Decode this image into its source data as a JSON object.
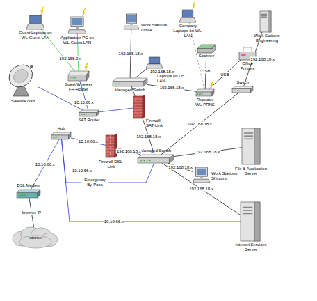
{
  "diagram": {
    "nodes": [
      {
        "text": [
          "Guest Laptops on WL-Guest LAN"
        ]
      },
      {
        "text": [
          "Application PC on WL-Guest LAN"
        ]
      },
      {
        "text": [
          "Work Stations Office"
        ]
      },
      {
        "text": [
          "Company Laptops on WL-LAN"
        ]
      },
      {
        "text": [
          "Work Stations Engineering"
        ]
      },
      {
        "text": [
          "Company Laptops on Lcl LAN"
        ]
      },
      {
        "text": [
          "Scanner"
        ]
      },
      {
        "text": [
          "Office Printers"
        ]
      },
      {
        "text": [
          "Satellite dish"
        ]
      },
      {
        "text": [
          "Guest Wireless FH-Router"
        ]
      },
      {
        "text": [
          "Managed Switch"
        ]
      },
      {
        "text": [
          "Repeater WL-PRNS"
        ]
      },
      {
        "text": [
          "Switch"
        ]
      },
      {
        "text": [
          "SAT Router"
        ]
      },
      {
        "text": [
          "Firewall SAT-Link"
        ]
      },
      {
        "text": [
          "Hub"
        ]
      },
      {
        "text": [
          "Firewall DSL-Link"
        ]
      },
      {
        "text": [
          "Managed Switch"
        ]
      },
      {
        "text": [
          "File & Application Server"
        ]
      },
      {
        "text": [
          "DSL Modem"
        ]
      },
      {
        "text": [
          "Work Stations Shipping"
        ]
      },
      {
        "text": [
          "Internet"
        ]
      },
      {
        "text": [
          "Internet Services Server"
        ]
      }
    ],
    "edges": [
      {
        "from": 0,
        "to": 9,
        "label": "192.168.0.x",
        "arrow": "none"
      },
      {
        "from": 1,
        "to": 9,
        "arrow": "none"
      },
      {
        "from": 8,
        "to": 13,
        "arrow": "none"
      },
      {
        "from": 9,
        "to": 13,
        "label": "10.10.66.x",
        "arrow": "none"
      },
      {
        "from": 13,
        "to": 14,
        "arrow": "none"
      },
      {
        "from": 15,
        "to": 16,
        "label": "10.10.66.x",
        "arrow": "none"
      },
      {
        "from": 15,
        "to": 19,
        "label": "10.10.66.x",
        "arrow": "none"
      },
      {
        "from": 19,
        "to": 21,
        "label": "Internet IP",
        "arrow": "none"
      },
      {
        "from": 15,
        "to": 17,
        "label": "Emergency By-Pass",
        "arrow": "none"
      },
      {
        "from": 15,
        "to": 22,
        "label": "10.10.66.x",
        "arrow": "none"
      },
      {
        "from": 14,
        "to": 10,
        "arrow": "none"
      },
      {
        "from": 10,
        "to": 2,
        "label": "192.168.18.x",
        "arrow": "none"
      },
      {
        "from": 10,
        "to": 5,
        "label": "192.168.18.x",
        "arrow": "none"
      },
      {
        "from": 10,
        "to": 11,
        "label": "192.168.18.x",
        "arrow": "none"
      },
      {
        "from": 6,
        "to": 11,
        "label": "USB",
        "arrow": "none"
      },
      {
        "from": 7,
        "to": 11,
        "label": "USB",
        "arrow": "none"
      },
      {
        "from": 11,
        "to": 3,
        "arrow": "none"
      },
      {
        "from": 12,
        "to": 4,
        "label": "192.168.18.x",
        "arrow": "none"
      },
      {
        "from": 17,
        "to": 12,
        "label": "192.168.18.x",
        "arrow": "none"
      },
      {
        "from": 16,
        "to": 17,
        "label": "192.168.18.x",
        "arrow": "none"
      },
      {
        "from": 14,
        "to": 17,
        "label": "192.168.18.x",
        "arrow": "none"
      },
      {
        "from": 17,
        "to": 18,
        "label": "192.168.18.x",
        "arrow": "none"
      },
      {
        "from": 17,
        "to": 20,
        "label": "192.168.18.x",
        "arrow": "none"
      },
      {
        "from": 17,
        "to": 22,
        "label": "192.168.18.x",
        "arrow": "none"
      }
    ],
    "labels": [
      "10.10.66.x"
    ]
  }
}
